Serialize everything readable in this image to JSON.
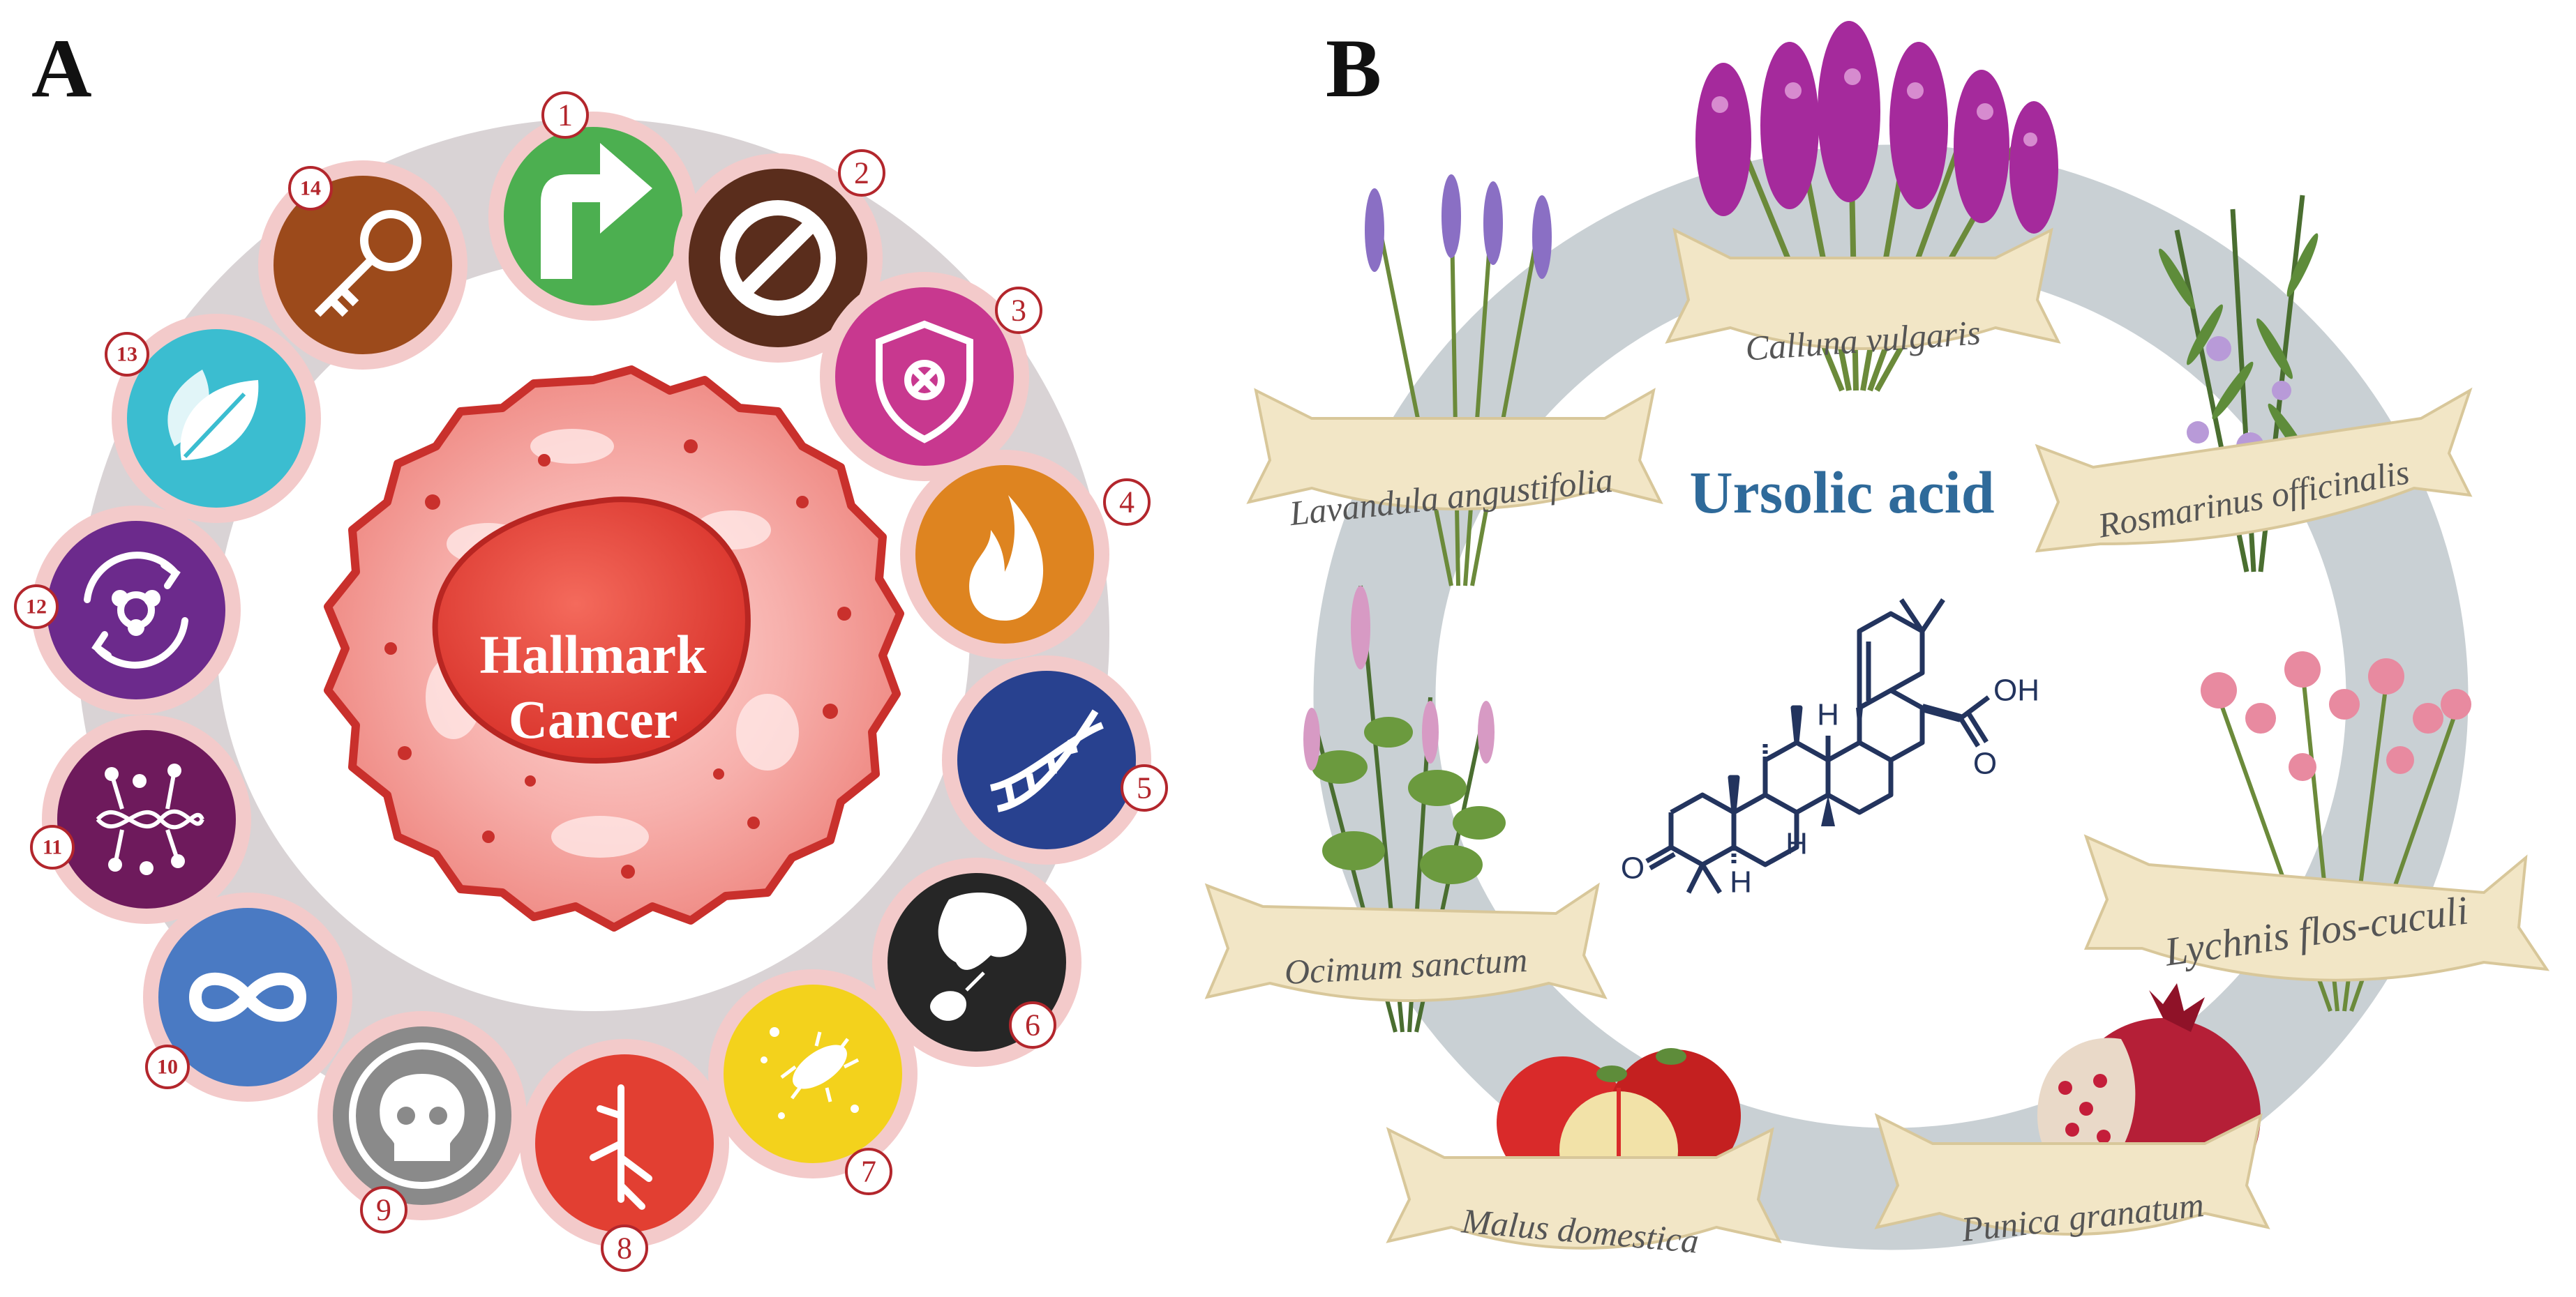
{
  "colors": {
    "ring_gray": "#d9d3d5",
    "badge_ring": "#f3caca",
    "number_red": "#b3262c",
    "title_blue": "#2f6a9a",
    "molecule_navy": "#23345e",
    "cell_pink": "#f29a9a",
    "nucleus_red": "#e8453a",
    "banner_cream": "#f2e6c6",
    "ring_b_gray": "#c9d0d4"
  },
  "panel_a": {
    "label": "A",
    "center_text": [
      "Hallmark",
      "Cancer"
    ],
    "hallmarks": [
      {
        "number": "1",
        "color": "#4caf50",
        "icon": "turn-right-arrow-icon"
      },
      {
        "number": "2",
        "color": "#5a2d1c",
        "icon": "no-entry-icon"
      },
      {
        "number": "3",
        "color": "#c8388f",
        "icon": "shield-icon"
      },
      {
        "number": "4",
        "color": "#de8420",
        "icon": "flame-icon"
      },
      {
        "number": "5",
        "color": "#28418f",
        "icon": "dna-icon"
      },
      {
        "number": "6",
        "color": "#262626",
        "icon": "metastasis-icon"
      },
      {
        "number": "7",
        "color": "#f3d21c",
        "icon": "microbe-icon"
      },
      {
        "number": "8",
        "color": "#e23f32",
        "icon": "blood-vessel-icon"
      },
      {
        "number": "9",
        "color": "#8a8a8a",
        "icon": "skull-icon"
      },
      {
        "number": "10",
        "color": "#4a7ac3",
        "icon": "infinity-icon"
      },
      {
        "number": "11",
        "color": "#6e1a5c",
        "icon": "epigenetic-dna-icon"
      },
      {
        "number": "12",
        "color": "#6c2a8c",
        "icon": "cycle-arrows-icon"
      },
      {
        "number": "13",
        "color": "#3bbdd0",
        "icon": "leaves-icon"
      },
      {
        "number": "14",
        "color": "#9c4a1b",
        "icon": "key-icon"
      }
    ]
  },
  "panel_b": {
    "label": "B",
    "title": "Ursolic acid",
    "atoms": {
      "h": "H",
      "oh": "OH",
      "o": "O"
    },
    "plants": [
      {
        "name": "Calluna vulgaris",
        "flower_color": "#a52a9c"
      },
      {
        "name": "Rosmarinus officinalis",
        "flower_color": "#b89ad8"
      },
      {
        "name": "Lychnis flos-cuculi",
        "flower_color": "#e88aa0"
      },
      {
        "name": "Punica granatum",
        "flower_color": "#b51f37"
      },
      {
        "name": "Malus domestica",
        "flower_color": "#d92a2a"
      },
      {
        "name": "Ocimum sanctum",
        "flower_color": "#d79ac4"
      },
      {
        "name": "Lavandula angustifolia",
        "flower_color": "#8a6fc4"
      }
    ]
  }
}
